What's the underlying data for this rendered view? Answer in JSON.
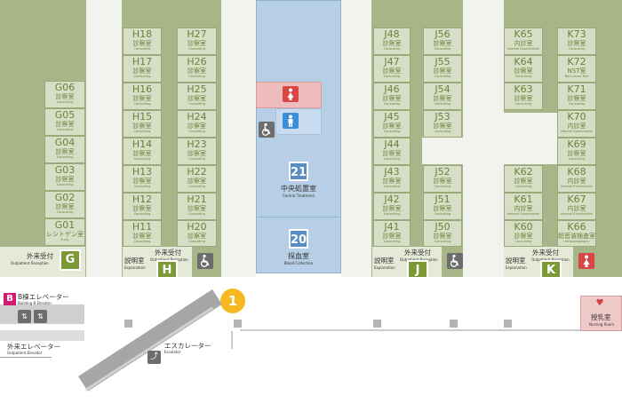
{
  "columns": {
    "g": [
      {
        "code": "G06",
        "jp": "診察室",
        "en": "Consulting"
      },
      {
        "code": "G05",
        "jp": "診察室",
        "en": "Consulting"
      },
      {
        "code": "G04",
        "jp": "診察室",
        "en": "Consulting"
      },
      {
        "code": "G03",
        "jp": "診察室",
        "en": "Consulting"
      },
      {
        "code": "G02",
        "jp": "診察室",
        "en": "Consulting"
      },
      {
        "code": "G01",
        "jp": "レントゲン室",
        "en": "X-ray"
      }
    ],
    "h_left": [
      {
        "code": "H18",
        "jp": "診察室",
        "en": "Consulting"
      },
      {
        "code": "H17",
        "jp": "診察室",
        "en": "Consulting"
      },
      {
        "code": "H16",
        "jp": "診察室",
        "en": "Consulting"
      },
      {
        "code": "H15",
        "jp": "診察室",
        "en": "Consulting"
      },
      {
        "code": "H14",
        "jp": "診察室",
        "en": "Consulting"
      },
      {
        "code": "H13",
        "jp": "診察室",
        "en": "Consulting"
      },
      {
        "code": "H12",
        "jp": "診察室",
        "en": "Consulting"
      },
      {
        "code": "H11",
        "jp": "診察室",
        "en": "Consulting"
      }
    ],
    "h_right": [
      {
        "code": "H27",
        "jp": "診察室",
        "en": "Consulting"
      },
      {
        "code": "H26",
        "jp": "診察室",
        "en": "Consulting"
      },
      {
        "code": "H25",
        "jp": "診察室",
        "en": "Consulting"
      },
      {
        "code": "H24",
        "jp": "診察室",
        "en": "Consulting"
      },
      {
        "code": "H23",
        "jp": "診察室",
        "en": "Consulting"
      },
      {
        "code": "H22",
        "jp": "診察室",
        "en": "Consulting"
      },
      {
        "code": "H21",
        "jp": "診察室",
        "en": "Consulting"
      },
      {
        "code": "H20",
        "jp": "診察室",
        "en": "Consulting"
      }
    ],
    "j_left": [
      {
        "code": "J48",
        "jp": "診察室",
        "en": "Consulting"
      },
      {
        "code": "J47",
        "jp": "診察室",
        "en": "Consulting"
      },
      {
        "code": "J46",
        "jp": "診察室",
        "en": "Consulting"
      },
      {
        "code": "J45",
        "jp": "診察室",
        "en": "Consulting"
      },
      {
        "code": "J44",
        "jp": "診察室",
        "en": "Consulting"
      },
      {
        "code": "J43",
        "jp": "診察室",
        "en": "Consulting"
      },
      {
        "code": "J42",
        "jp": "診察室",
        "en": "Consulting"
      },
      {
        "code": "J41",
        "jp": "診察室",
        "en": "Consulting"
      }
    ],
    "j_right_top": [
      {
        "code": "J56",
        "jp": "診察室",
        "en": "Consulting"
      },
      {
        "code": "J55",
        "jp": "診察室",
        "en": "Consulting"
      },
      {
        "code": "J54",
        "jp": "診察室",
        "en": "Consulting"
      },
      {
        "code": "J53",
        "jp": "診察室",
        "en": "Consulting"
      }
    ],
    "j_right_bottom": [
      {
        "code": "J52",
        "jp": "診察室",
        "en": "Consulting"
      },
      {
        "code": "J51",
        "jp": "診察室",
        "en": "Consulting"
      },
      {
        "code": "J50",
        "jp": "診察室",
        "en": "Consulting"
      }
    ],
    "k_left_top": [
      {
        "code": "K65",
        "jp": "内診室",
        "en": "Internal Examination"
      },
      {
        "code": "K64",
        "jp": "診察室",
        "en": "Consulting"
      },
      {
        "code": "K63",
        "jp": "診察室",
        "en": "Consulting"
      }
    ],
    "k_left_bottom": [
      {
        "code": "K62",
        "jp": "診察室",
        "en": "Consulting"
      },
      {
        "code": "K61",
        "jp": "内診室",
        "en": "Internal Examination"
      },
      {
        "code": "K60",
        "jp": "診察室",
        "en": "Consulting"
      }
    ],
    "k_right": [
      {
        "code": "K73",
        "jp": "診察室",
        "en": "Consulting"
      },
      {
        "code": "K72",
        "jp": "NST室",
        "en": "Non-stress Test"
      },
      {
        "code": "K71",
        "jp": "診察室",
        "en": "Consulting"
      },
      {
        "code": "K70",
        "jp": "内診室",
        "en": "Internal Examination"
      },
      {
        "code": "K69",
        "jp": "診察室",
        "en": "Consulting"
      },
      {
        "code": "K68",
        "jp": "内診室",
        "en": "Internal Examination"
      },
      {
        "code": "K67",
        "jp": "内診室",
        "en": "Internal Examination"
      },
      {
        "code": "K66",
        "jp": "超音波検査室",
        "en": "Ultrasonography"
      }
    ]
  },
  "central": {
    "treatment": {
      "num": "21",
      "jp": "中央処置室",
      "en": "Central Treatment"
    },
    "blood": {
      "num": "20",
      "jp": "採血室",
      "en": "Blood Collection"
    }
  },
  "receptions": {
    "g": {
      "letter": "G",
      "jp": "外来受付",
      "en": "Outpatient Reception"
    },
    "h": {
      "letter": "H",
      "jp": "外来受付",
      "en": "Outpatient Reception"
    },
    "j": {
      "letter": "J",
      "jp": "外来受付",
      "en": "Outpatient Reception"
    },
    "k": {
      "letter": "K",
      "jp": "外来受付",
      "en": "Outpatient Reception"
    }
  },
  "explanation_rooms": {
    "h": {
      "jp": "説明室",
      "en": "Explanation"
    },
    "j": {
      "jp": "説明室",
      "en": "Explanation"
    },
    "k": {
      "jp": "説明室",
      "en": "Explanation"
    }
  },
  "labels": {
    "building_b_letter": "B",
    "building_b_jp": "B棟エレベーター",
    "building_b_en": "Building B Elevator",
    "outpatient_elevator_jp": "外来エレベーター",
    "outpatient_elevator_en": "Outpatient Elevator",
    "escalator_jp": "エスカレーター",
    "escalator_en": "Escalator",
    "nursing_jp": "授乳室",
    "nursing_en": "Nursing Room",
    "marker_number": "1"
  },
  "colors": {
    "zone_green": "#a8b589",
    "room_fill": "#d6dec5",
    "room_text": "#6f7f3b",
    "badge_green": "#7b9a35",
    "central_blue": "#b7cfe6",
    "badge_blue": "#5a8ec2",
    "female_red": "#d94646",
    "male_blue": "#3b8fd6",
    "building_b_magenta": "#d4186f",
    "marker_yellow": "#f6b81f",
    "nursing_pink": "#f0c9c9"
  }
}
